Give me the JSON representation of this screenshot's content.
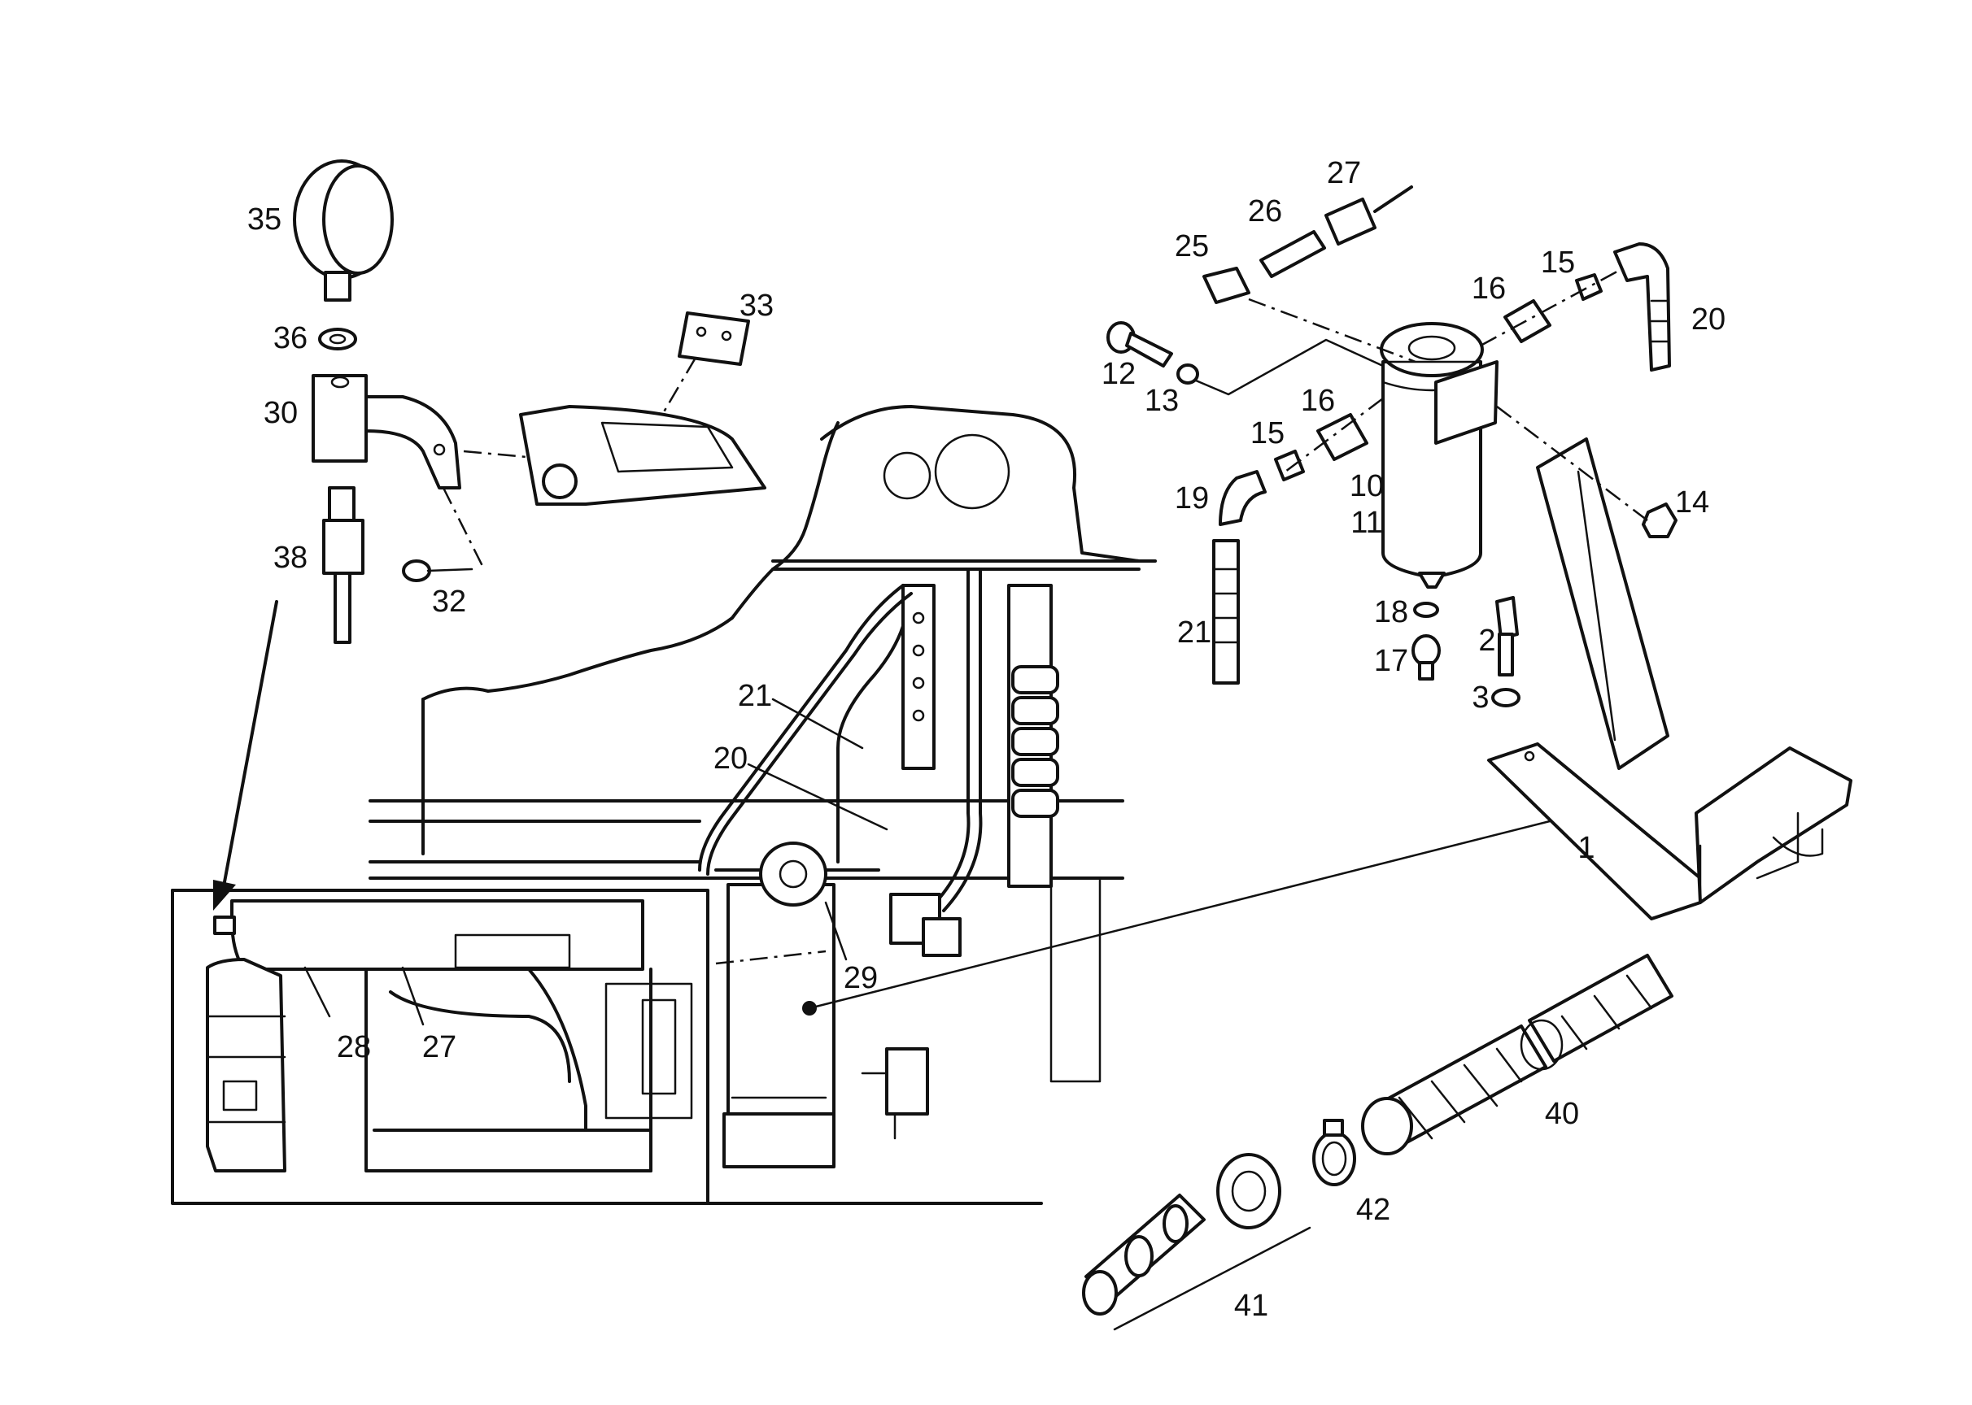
{
  "diagram": {
    "callouts": [
      {
        "id": "c1",
        "text": "1"
      },
      {
        "id": "c2",
        "text": "2"
      },
      {
        "id": "c3",
        "text": "3"
      },
      {
        "id": "c10",
        "text": "10"
      },
      {
        "id": "c11",
        "text": "11"
      },
      {
        "id": "c12",
        "text": "12"
      },
      {
        "id": "c13",
        "text": "13"
      },
      {
        "id": "c14",
        "text": "14"
      },
      {
        "id": "c15a",
        "text": "15"
      },
      {
        "id": "c15b",
        "text": "15"
      },
      {
        "id": "c16a",
        "text": "16"
      },
      {
        "id": "c16b",
        "text": "16"
      },
      {
        "id": "c17",
        "text": "17"
      },
      {
        "id": "c18",
        "text": "18"
      },
      {
        "id": "c19",
        "text": "19"
      },
      {
        "id": "c20a",
        "text": "20"
      },
      {
        "id": "c20b",
        "text": "20"
      },
      {
        "id": "c21a",
        "text": "21"
      },
      {
        "id": "c21b",
        "text": "21"
      },
      {
        "id": "c25",
        "text": "25"
      },
      {
        "id": "c26",
        "text": "26"
      },
      {
        "id": "c27a",
        "text": "27"
      },
      {
        "id": "c27b",
        "text": "27"
      },
      {
        "id": "c28",
        "text": "28"
      },
      {
        "id": "c29",
        "text": "29"
      },
      {
        "id": "c30",
        "text": "30"
      },
      {
        "id": "c32",
        "text": "32"
      },
      {
        "id": "c33",
        "text": "33"
      },
      {
        "id": "c35",
        "text": "35"
      },
      {
        "id": "c36",
        "text": "36"
      },
      {
        "id": "c38",
        "text": "38"
      },
      {
        "id": "c40",
        "text": "40"
      },
      {
        "id": "c41",
        "text": "41"
      },
      {
        "id": "c42",
        "text": "42"
      }
    ]
  }
}
